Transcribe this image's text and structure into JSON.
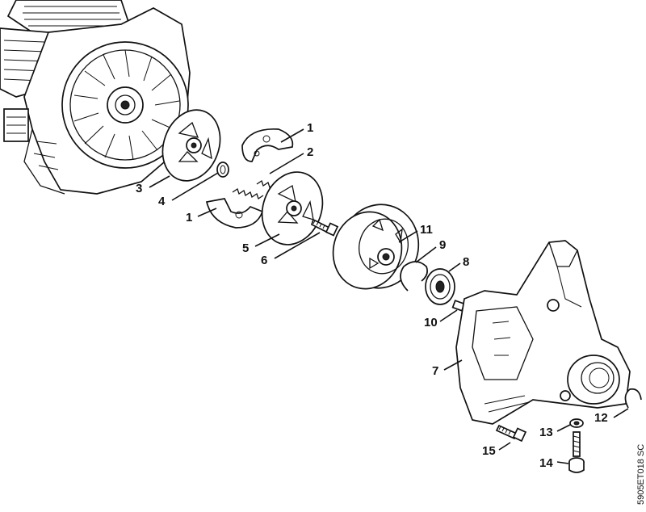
{
  "diagram": {
    "callouts": [
      {
        "id": "c1a",
        "label": "1"
      },
      {
        "id": "c2",
        "label": "2"
      },
      {
        "id": "c3",
        "label": "3"
      },
      {
        "id": "c4",
        "label": "4"
      },
      {
        "id": "c1b",
        "label": "1"
      },
      {
        "id": "c5",
        "label": "5"
      },
      {
        "id": "c6",
        "label": "6"
      },
      {
        "id": "c11",
        "label": "11"
      },
      {
        "id": "c9",
        "label": "9"
      },
      {
        "id": "c8",
        "label": "8"
      },
      {
        "id": "c10",
        "label": "10"
      },
      {
        "id": "c7",
        "label": "7"
      },
      {
        "id": "c12",
        "label": "12"
      },
      {
        "id": "c13",
        "label": "13"
      },
      {
        "id": "c15",
        "label": "15"
      },
      {
        "id": "c14",
        "label": "14"
      }
    ],
    "drawing_code": "5905ET018 SC"
  }
}
